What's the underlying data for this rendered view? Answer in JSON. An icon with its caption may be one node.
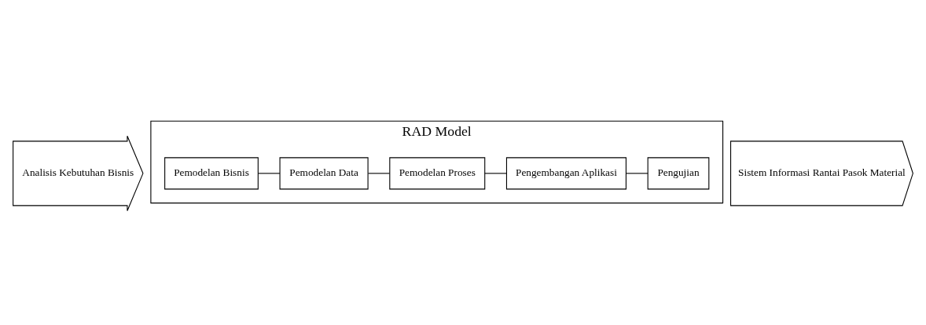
{
  "diagram": {
    "nodes": [
      {
        "text": [
          "Analisis Kebutuhan Bisnis"
        ]
      },
      {
        "text": [
          "RAD Model"
        ]
      },
      {
        "text": [
          "Pemodelan Bisnis"
        ],
        "in": 1
      },
      {
        "text": [
          "Pemodelan Data"
        ],
        "in": 1
      },
      {
        "text": [
          "Pemodelan Proses"
        ],
        "in": 1
      },
      {
        "text": [
          "Pengembangan Aplikasi"
        ],
        "in": 1
      },
      {
        "text": [
          "Pengujian"
        ],
        "in": 1
      },
      {
        "text": [
          "Sistem Informasi Rantai Pasok Material"
        ]
      }
    ],
    "edges": [
      {
        "from": 2,
        "to": 3,
        "arrow": "none"
      },
      {
        "from": 3,
        "to": 4,
        "arrow": "none"
      },
      {
        "from": 4,
        "to": 5,
        "arrow": "none"
      },
      {
        "from": 5,
        "to": 6,
        "arrow": "none"
      }
    ]
  }
}
